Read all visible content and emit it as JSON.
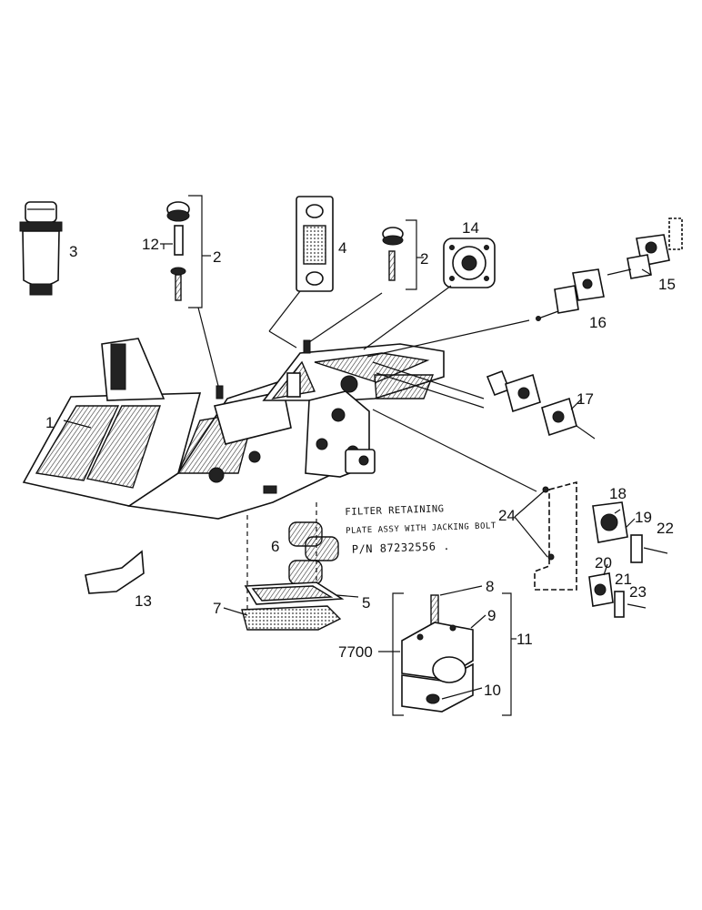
{
  "callouts": {
    "c1": "1",
    "c2a": "2",
    "c2b": "2",
    "c3": "3",
    "c4": "4",
    "c5": "5",
    "c6": "6",
    "c7": "7",
    "c8": "8",
    "c9": "9",
    "c10": "10",
    "c11": "11",
    "c12": "12",
    "c13": "13",
    "c14": "14",
    "c15": "15",
    "c16": "16",
    "c17": "17",
    "c18": "18",
    "c19": "19",
    "c20": "20",
    "c21": "21",
    "c22": "22",
    "c23": "23",
    "c24": "24",
    "c7700": "7700"
  },
  "note": {
    "line1": "FILTER RETAINING",
    "line2": "PLATE ASSY WITH JACKING BOLT",
    "line3": "P/N 87232556 ."
  }
}
